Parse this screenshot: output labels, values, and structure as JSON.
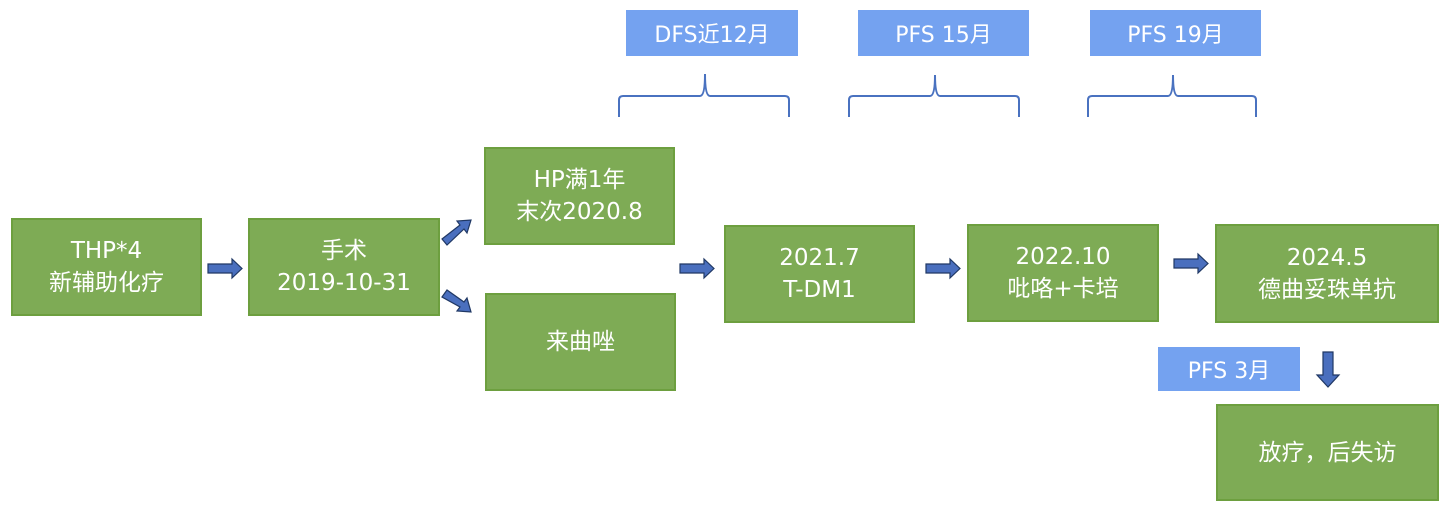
{
  "colors": {
    "box_fill": "#7eab55",
    "tag_fill": "#74a2f0",
    "arrow_fill": "#4a6fbe",
    "brace": "#4a72c0"
  },
  "boxes": {
    "neoadjuvant": {
      "line1": "THP*4",
      "line2": "新辅助化疗"
    },
    "surgery": {
      "line1": "手术",
      "line2": "2019-10-31"
    },
    "hp": {
      "line1": "HP满1年",
      "line2": "末次2020.8"
    },
    "letrozole": {
      "line1": "来曲唑"
    },
    "tdm1": {
      "line1": "2021.7",
      "line2": "T-DM1"
    },
    "pyrotinib": {
      "line1": "2022.10",
      "line2": "吡咯+卡培"
    },
    "tdxd": {
      "line1": "2024.5",
      "line2": "德曲妥珠单抗"
    },
    "radiotherapy": {
      "line1": "放疗，后失访"
    }
  },
  "tags": {
    "dfs": "DFS近12月",
    "pfs1": "PFS 15月",
    "pfs2": "PFS 19月",
    "pfs3": "PFS 3月"
  }
}
